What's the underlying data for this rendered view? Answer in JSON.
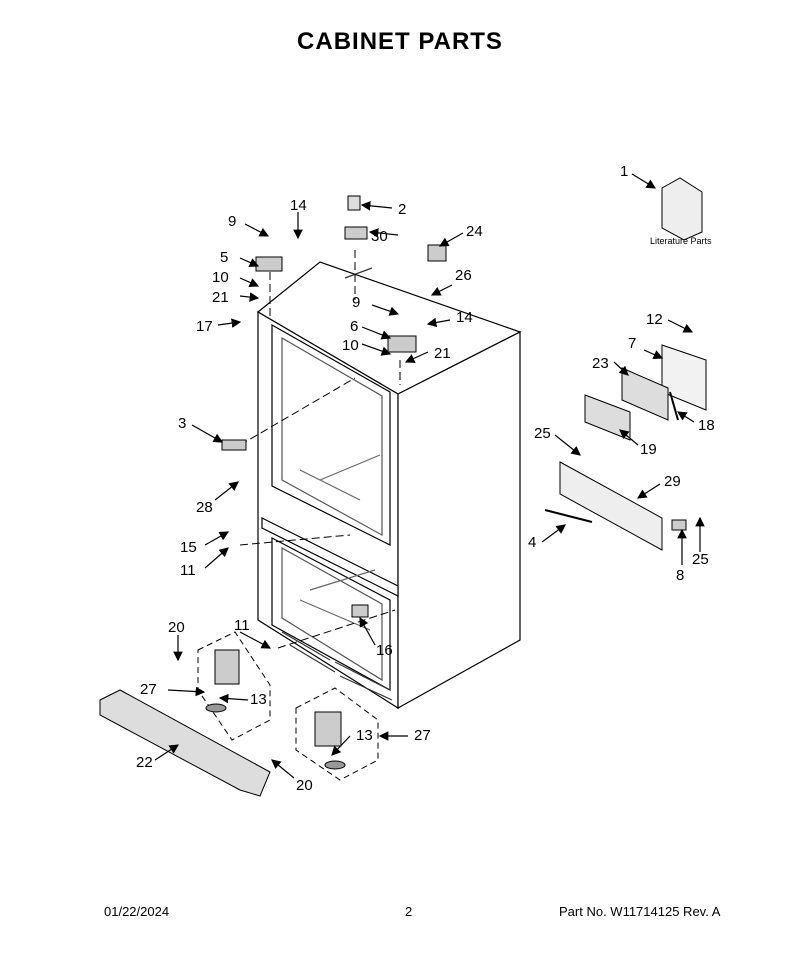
{
  "title": "CABINET PARTS",
  "literature_label": "Literature Parts",
  "callouts": {
    "c1": "1",
    "c2": "2",
    "c3": "3",
    "c4": "4",
    "c5": "5",
    "c6": "6",
    "c7": "7",
    "c8": "8",
    "c9a": "9",
    "c9b": "9",
    "c10a": "10",
    "c10b": "10",
    "c11a": "11",
    "c11b": "11",
    "c12": "12",
    "c13a": "13",
    "c13b": "13",
    "c14a": "14",
    "c14b": "14",
    "c15": "15",
    "c16": "16",
    "c17": "17",
    "c18": "18",
    "c19": "19",
    "c20a": "20",
    "c20b": "20",
    "c21a": "21",
    "c21b": "21",
    "c22": "22",
    "c23": "23",
    "c24": "24",
    "c25a": "25",
    "c25b": "25",
    "c26": "26",
    "c27a": "27",
    "c27b": "27",
    "c28": "28",
    "c29": "29",
    "c30": "30"
  },
  "footer": {
    "date": "01/22/2024",
    "page": "2",
    "part": "Part No.  W11714125   Rev.  A"
  }
}
